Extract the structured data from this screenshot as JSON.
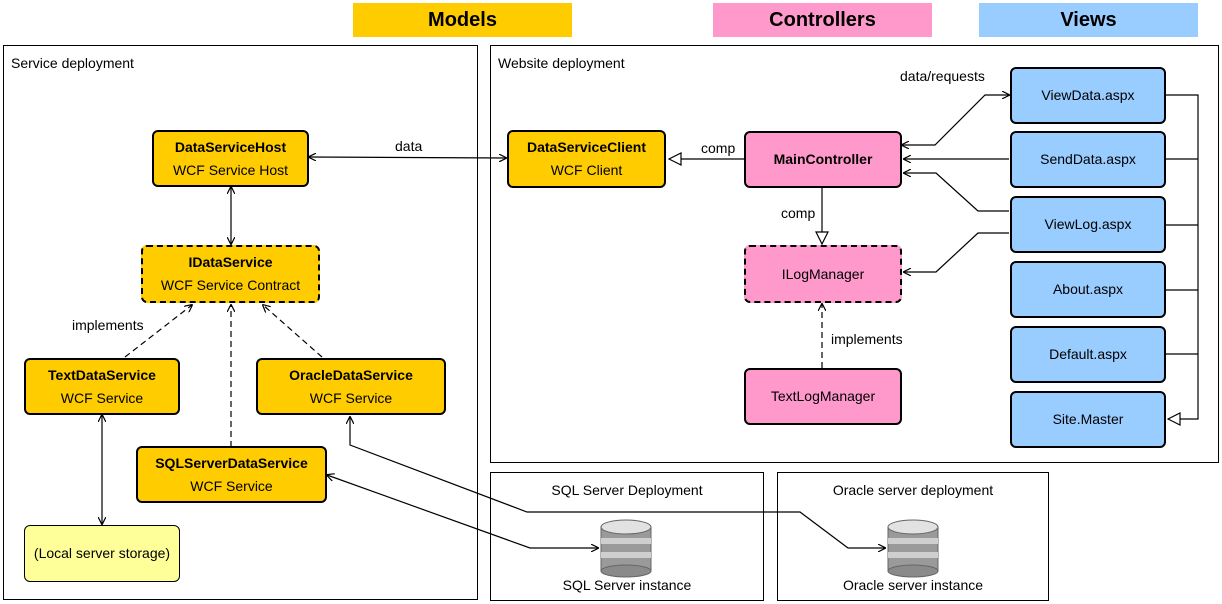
{
  "legend": {
    "models": "Models",
    "controllers": "Controllers",
    "views": "Views"
  },
  "colors": {
    "model": "#ffcc00",
    "controller": "#ff99cc",
    "view": "#99ccff",
    "storage": "#ffff99",
    "stroke": "#000000",
    "database": "#aaaaaa"
  },
  "panels": {
    "service": "Service deployment",
    "website": "Website deployment",
    "sql": "SQL Server Deployment",
    "oracle": "Oracle server deployment"
  },
  "nodes": {
    "data_service_host": {
      "title": "DataServiceHost",
      "subtitle": "WCF Service Host"
    },
    "idata_service": {
      "title": "IDataService",
      "subtitle": "WCF Service Contract"
    },
    "text_data_service": {
      "title": "TextDataService",
      "subtitle": "WCF Service"
    },
    "oracle_data_service": {
      "title": "OracleDataService",
      "subtitle": "WCF Service"
    },
    "sqlserver_data_service": {
      "title": "SQLServerDataService",
      "subtitle": "WCF Service"
    },
    "local_storage": {
      "title": "(Local server storage)"
    },
    "data_service_client": {
      "title": "DataServiceClient",
      "subtitle": "WCF Client"
    },
    "main_controller": {
      "title": "MainController"
    },
    "ilog_manager": {
      "title": "ILogManager"
    },
    "text_log_manager": {
      "title": "TextLogManager"
    },
    "view_data": {
      "title": "ViewData.aspx"
    },
    "send_data": {
      "title": "SendData.aspx"
    },
    "view_log": {
      "title": "ViewLog.aspx"
    },
    "about": {
      "title": "About.aspx"
    },
    "default": {
      "title": "Default.aspx"
    },
    "site_master": {
      "title": "Site.Master"
    }
  },
  "edge_labels": {
    "data": "data",
    "comp_client": "comp",
    "comp_log": "comp",
    "implements_service": "implements",
    "implements_log": "implements",
    "data_requests": "data/requests"
  },
  "databases": {
    "sql": "SQL Server instance",
    "oracle": "Oracle server instance"
  }
}
